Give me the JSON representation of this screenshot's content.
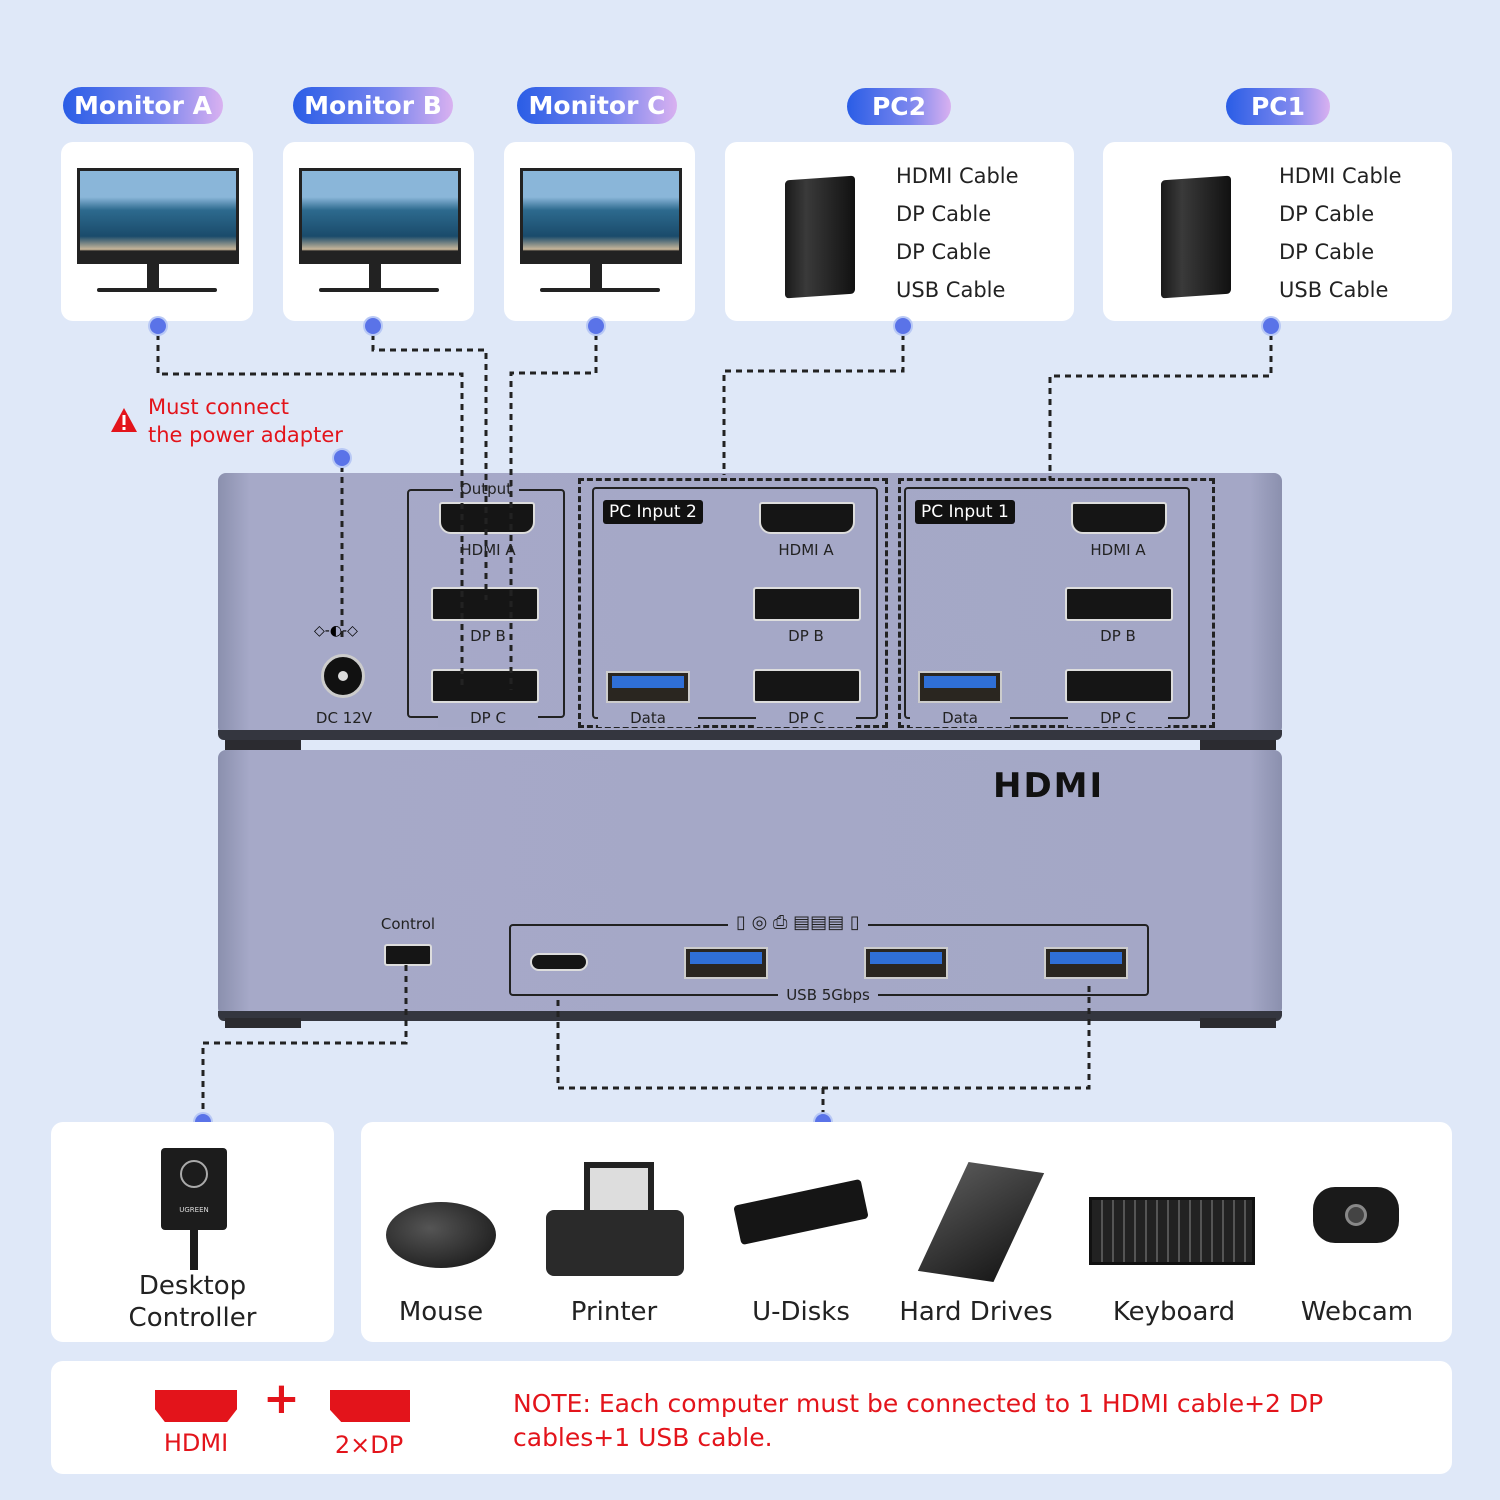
{
  "labels": {
    "monitor_a": "Monitor A",
    "monitor_b": "Monitor B",
    "monitor_c": "Monitor C",
    "pc2": "PC2",
    "pc1": "PC1"
  },
  "pc2_cables": [
    "HDMI Cable",
    "DP Cable",
    "DP Cable",
    "USB Cable"
  ],
  "pc1_cables": [
    "HDMI Cable",
    "DP Cable",
    "DP Cable",
    "USB Cable"
  ],
  "warning": {
    "line1": "Must connect",
    "line2": "the power adapter",
    "icon": "warning-triangle-icon"
  },
  "device_top": {
    "output": "Output",
    "hdmi_a": "HDMI A",
    "dp_b": "DP B",
    "dp_c": "DP C",
    "dc": "DC 12V",
    "pc_input_2": "PC Input 2",
    "pc_input_1": "PC Input 1",
    "data": "Data"
  },
  "device_bottom": {
    "brand": "HDMI",
    "control": "Control",
    "usb": "USB 5Gbps"
  },
  "peripherals": {
    "controller": [
      "Desktop",
      "Controller"
    ],
    "controller_brand": "UGREEN",
    "items": [
      "Mouse",
      "Printer",
      "U-Disks",
      "Hard Drives",
      "Keyboard",
      "Webcam"
    ]
  },
  "note": {
    "hdmi": "HDMI",
    "plus": "+",
    "dp": "2×DP",
    "text": "NOTE: Each computer must be connected to 1 HDMI cable+2 DP cables+1 USB cable."
  },
  "colors": {
    "accent": "#2a5de6",
    "warning": "#e3141b",
    "background": "#dfe8f8"
  }
}
